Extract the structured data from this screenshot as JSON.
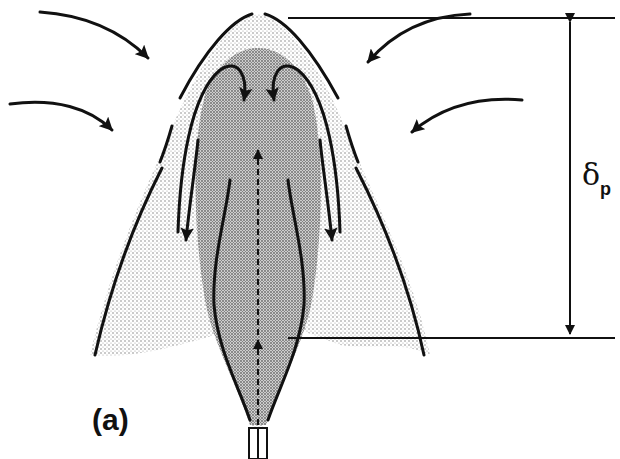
{
  "diagram": {
    "labels": [
      "δ",
      "p",
      "(a)"
    ]
  }
}
